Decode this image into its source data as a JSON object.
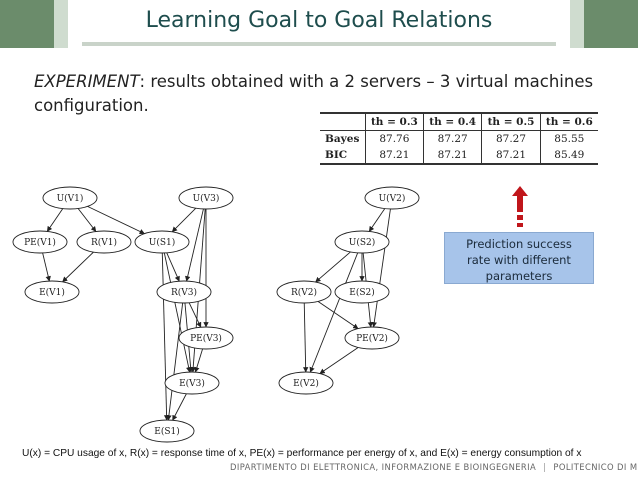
{
  "slide": {
    "title": "Learning Goal to Goal Relations",
    "experiment_label": "EXPERIMENT",
    "experiment_text": ": results obtained with a 2 servers – 3 virtual machines configuration.",
    "legend": "U(x) = CPU usage of x, R(x) = response time of x, PE(x) = performance per energy of x, and E(x) = energy consumption of x",
    "footer_department": "DIPARTIMENTO DI ELETTRONICA, INFORMAZIONE E BIOINGEGNERIA",
    "footer_separator": "|",
    "footer_school": "POLITECNICO DI MILANO",
    "colors": {
      "title": "#1e4d4d",
      "corner_dark": "#6b8c6b",
      "corner_light": "#cfdccf",
      "callout_bg": "#a7c4ea",
      "arrow": "#c0161b"
    }
  },
  "results_table": {
    "headers": [
      "th = 0.3",
      "th = 0.4",
      "th = 0.5",
      "th = 0.6"
    ],
    "rows": [
      {
        "label": "Bayes",
        "values": [
          "87.76",
          "87.27",
          "87.27",
          "85.55"
        ]
      },
      {
        "label": "BIC",
        "values": [
          "87.21",
          "87.21",
          "87.21",
          "85.49"
        ]
      }
    ]
  },
  "callout": {
    "lines": [
      "Prediction success",
      "rate with different",
      "parameters"
    ],
    "arrow_icon": "arrow-up-icon"
  },
  "graph": {
    "nodes": {
      "UV1": "U(V1)",
      "UV3": "U(V3)",
      "UV2": "U(V2)",
      "PEV1": "PE(V1)",
      "RV1": "R(V1)",
      "US1": "U(S1)",
      "US2": "U(S2)",
      "EV1": "E(V1)",
      "RV3": "R(V3)",
      "RV2": "R(V2)",
      "ES2": "E(S2)",
      "PEV3": "PE(V3)",
      "PEV2": "PE(V2)",
      "EV3": "E(V3)",
      "EV2": "E(V2)",
      "ES1": "E(S1)"
    }
  }
}
